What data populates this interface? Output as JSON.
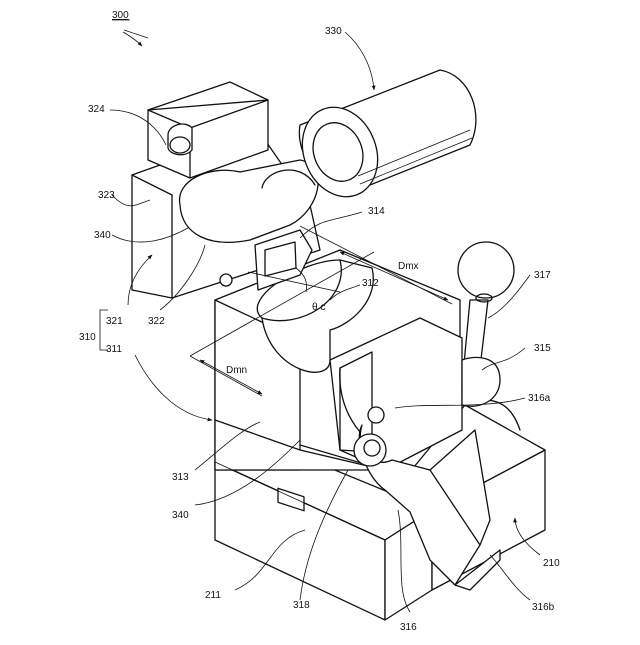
{
  "figure_number": "300",
  "labels": {
    "l330": "330",
    "l324": "324",
    "l323": "323",
    "l340a": "340",
    "l314": "314",
    "l321": "321",
    "l310": "310",
    "l311": "311",
    "l322": "322",
    "l312": "312",
    "l_dmx": "Dmx",
    "l_theta": "θ c",
    "l317": "317",
    "l315": "315",
    "l316a": "316a",
    "l_dmn": "Dmn",
    "l313": "313",
    "l340b": "340",
    "l211": "211",
    "l318": "318",
    "l316": "316",
    "l316b": "316b",
    "l210": "210"
  },
  "colors": {
    "line": "#111111",
    "background": "#ffffff"
  }
}
